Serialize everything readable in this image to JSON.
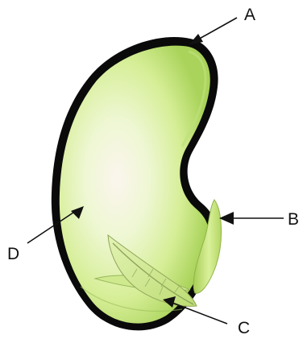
{
  "labels": {
    "a": "A",
    "b": "B",
    "c": "C",
    "d": "D"
  },
  "colors": {
    "seed_coat": "#0a0a0a",
    "cotyledon_light": "#fbf6ee",
    "cotyledon_mid": "#d9ef9c",
    "cotyledon_dark": "#a9d35a",
    "radicle": "#c6e47e",
    "plumule_leaf": "#cfe98f",
    "plumule_vein": "#8fa45a",
    "arrow": "#111111"
  }
}
